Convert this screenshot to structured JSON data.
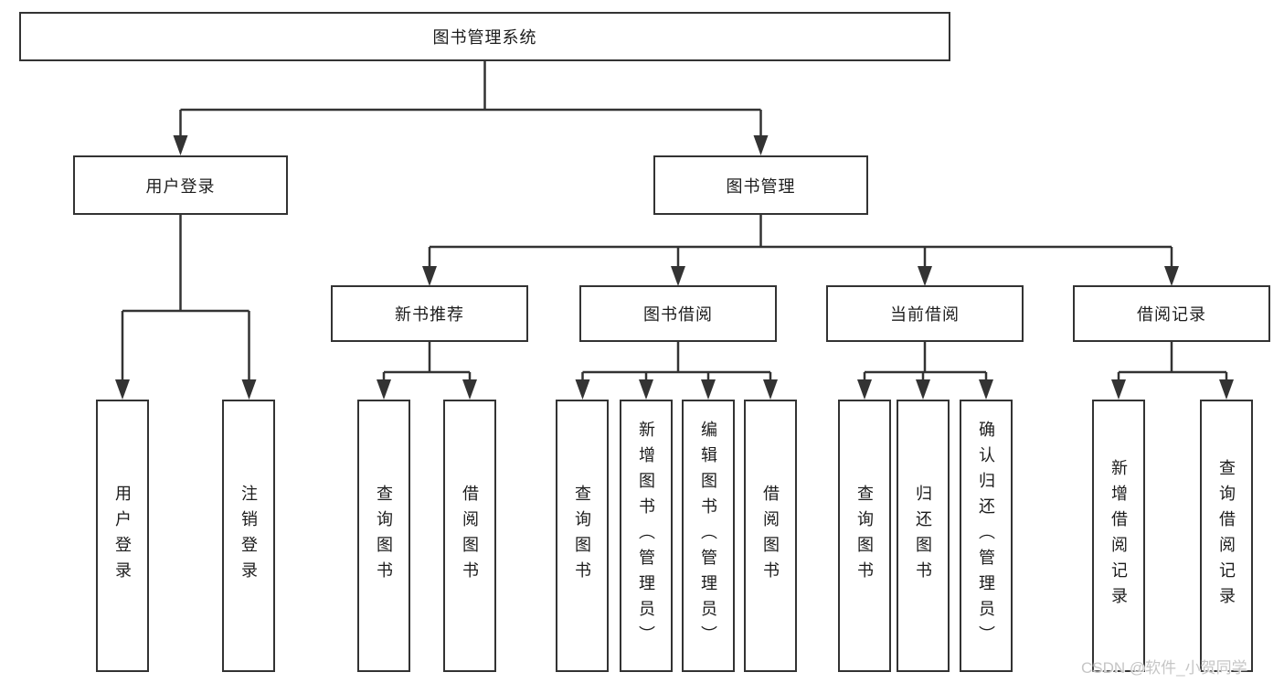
{
  "tree": {
    "root": {
      "label": "图书管理系统"
    },
    "branches": [
      {
        "label": "用户登录",
        "leaves": [
          {
            "label": "用户登录"
          },
          {
            "label": "注销登录"
          }
        ]
      },
      {
        "label": "图书管理",
        "children": [
          {
            "label": "新书推荐",
            "leaves": [
              {
                "label": "查询图书"
              },
              {
                "label": "借阅图书"
              }
            ]
          },
          {
            "label": "图书借阅",
            "leaves": [
              {
                "label": "查询图书"
              },
              {
                "label": "新增图书（管理员）"
              },
              {
                "label": "编辑图书（管理员）"
              },
              {
                "label": "借阅图书"
              }
            ]
          },
          {
            "label": "当前借阅",
            "leaves": [
              {
                "label": "查询图书"
              },
              {
                "label": "归还图书"
              },
              {
                "label": "确认归还（管理员）"
              }
            ]
          },
          {
            "label": "借阅记录",
            "leaves": [
              {
                "label": "新增借阅记录"
              },
              {
                "label": "查询借阅记录"
              }
            ]
          }
        ]
      }
    ]
  },
  "watermark": {
    "text": "CSDN @软件_小贺同学"
  },
  "colors": {
    "line": "#333333",
    "box_border": "#333333",
    "text": "#1c1c1c",
    "background": "#ffffff",
    "watermark": "#c6c6c6"
  }
}
